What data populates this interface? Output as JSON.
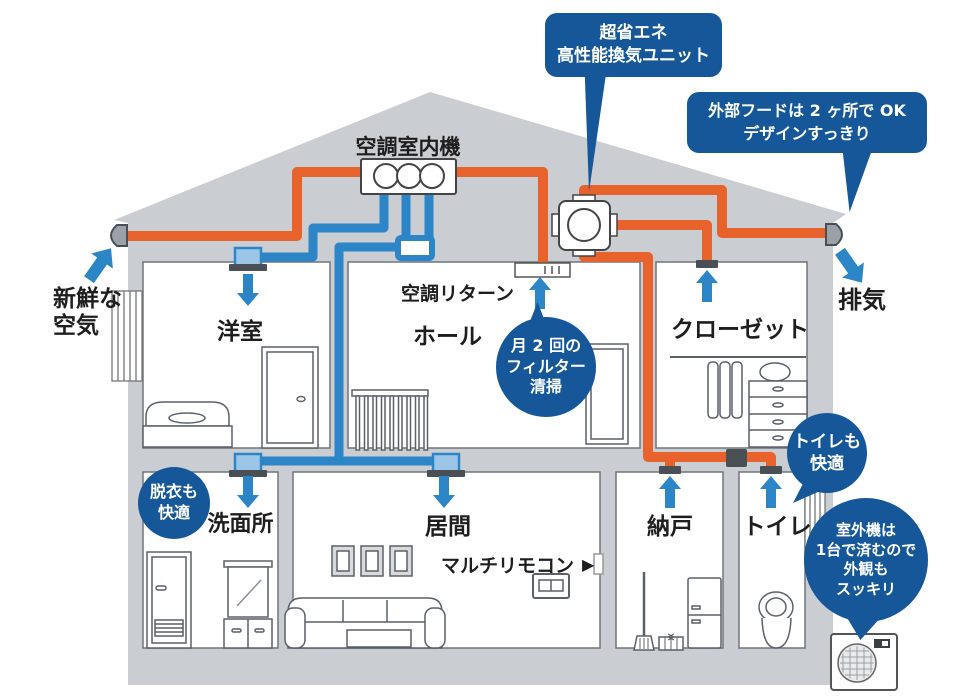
{
  "palette": {
    "pipe_warm_orange": "#E8622B",
    "pipe_cool_blue": "#2C85C7",
    "diffuser_fill": "#9CC6E8",
    "bubble_navy": "#16579A",
    "house_gray": "#CACDD2",
    "outline_gray": "#4A4F55",
    "text_dark": "#1E1E1E"
  },
  "labels": {
    "ac_indoor_unit": "空調室内機",
    "ac_return": "空調リターン",
    "fresh_air": "新鮮な\n空気",
    "exhaust": "排気",
    "multi_remote": "マルチリモコン",
    "pointer_icon": "▶"
  },
  "rooms": {
    "youshitsu": "洋室",
    "hall": "ホール",
    "closet": "クローゼット",
    "senmenjo": "洗面所",
    "ima": "居間",
    "nando": "納戸",
    "toilet": "トイレ"
  },
  "callouts": {
    "vent_unit": "超省エネ\n高性能換気ユニット",
    "hoods": "外部フードは 2 ヶ所で OK\nデザインすっきり",
    "filter": "月 2 回の\nフィルター\n清掃",
    "datsui": "脱衣も\n快適",
    "toilet_comfort": "トイレも\n快適",
    "outdoor_unit": "室外機は\n1台で済むので\n外観も\nスッキリ"
  }
}
